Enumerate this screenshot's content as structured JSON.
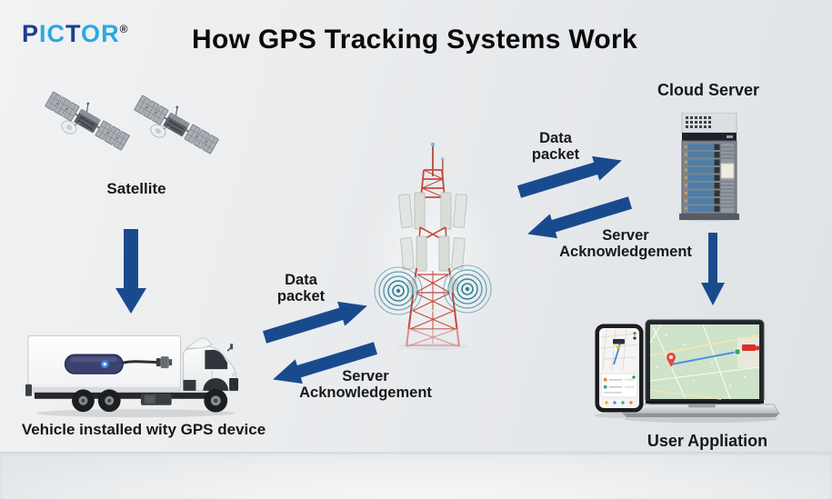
{
  "title": "How GPS Tracking Systems Work",
  "brand": {
    "name": "PICTOR",
    "registered_mark": "®",
    "letters": [
      {
        "char": "P",
        "color": "#1b3d91"
      },
      {
        "char": "I",
        "color": "#29a9e1"
      },
      {
        "char": "C",
        "color": "#29a9e1"
      },
      {
        "char": "T",
        "color": "#1b3d91"
      },
      {
        "char": "O",
        "color": "#29a9e1"
      },
      {
        "char": "R",
        "color": "#29a9e1"
      }
    ]
  },
  "nodes": {
    "satellite": {
      "label": "Satellite"
    },
    "vehicle": {
      "label": "Vehicle installed wity GPS device"
    },
    "cloud_server": {
      "label": "Cloud Server"
    },
    "user_application": {
      "label": "User Appliation"
    }
  },
  "flows": {
    "vehicle_to_tower": {
      "data_packet_lines": [
        "Data",
        "packet"
      ],
      "acknowledgement_lines": [
        "Server",
        "Acknowledgement"
      ]
    },
    "tower_to_cloud": {
      "data_packet_lines": [
        "Data",
        "packet"
      ],
      "acknowledgement_lines": [
        "Server",
        "Acknowledgement"
      ]
    }
  },
  "colors": {
    "arrow": "#1a4a8e",
    "title_text": "#0b0b0c",
    "label_text": "#17181a",
    "logo_dark": "#1b3d91",
    "logo_light": "#29a9e1",
    "tower_red": "#c7483c",
    "wave_teal": "#2e8196",
    "background": "#e8eaed"
  }
}
